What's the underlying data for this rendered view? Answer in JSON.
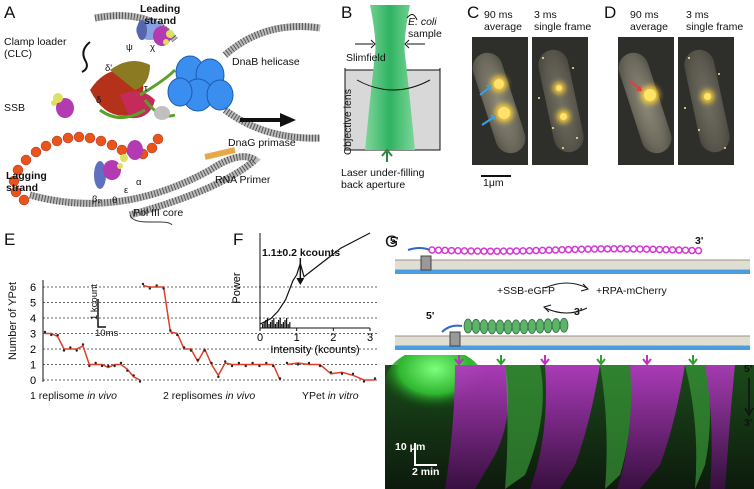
{
  "panels": {
    "a": {
      "label": "A",
      "leading_strand": "Leading\nstrand",
      "clamp_loader": "Clamp loader\n(CLC)",
      "dnab": "DnaB helicase",
      "ssb": "SSB",
      "dnag": "DnaG primase",
      "lagging_strand": "Lagging\nstrand",
      "rna_primer": "RNA Primer",
      "pol3": "Pol III core",
      "psi": "ψ",
      "chi": "χ",
      "delta_prime": "δ'",
      "delta": "δ",
      "tau": "τ",
      "alpha": "α",
      "epsilon": "ε",
      "theta": "θ",
      "beta2": "β₂"
    },
    "b": {
      "label": "B",
      "ecoli": "E. coli",
      "sample": "sample",
      "slimfield": "Slimfield",
      "objective": "Objective lens",
      "laser": "Laser under-filling\nback aperture"
    },
    "c": {
      "label": "C",
      "avg": "90 ms\naverage",
      "single": "3 ms\nsingle frame",
      "scale": "1μm"
    },
    "d": {
      "label": "D",
      "avg": "90 ms\naverage",
      "single": "3 ms\nsingle frame"
    },
    "e": {
      "label": "E",
      "ylabel": "Number of YPet",
      "scale_y": "1 kcount",
      "scale_x": "10ms",
      "group1": "1 replisome ",
      "group2": "2 replisomes ",
      "group3": "YPet ",
      "in_vivo": "in vivo",
      "in_vitro": "in vitro"
    },
    "f": {
      "label": "F",
      "annotation": "1.1±0.2 kcounts"
    },
    "g": {
      "label": "G",
      "five_prime": "5'",
      "three_prime": "3'",
      "ssb_egfp": "+SSB-eGFP",
      "rpa_mcherry": "+RPA-mCherry",
      "scale_y": "10 μm",
      "scale_x": "2 min"
    }
  },
  "chart_data": [
    {
      "type": "line",
      "panel": "E",
      "ylabel": "Number of YPet",
      "yticks": [
        0,
        1,
        2,
        3,
        4,
        5,
        6
      ],
      "ylim": [
        0,
        6.5
      ],
      "series": [
        {
          "group": "1 replisome in vivo",
          "values": [
            3,
            3,
            2.8,
            2,
            2,
            2,
            2.2,
            1,
            1,
            1,
            0.8,
            1,
            1,
            0.7,
            0.2,
            0
          ]
        },
        {
          "group": "2 replisomes in vivo",
          "values": [
            6.1,
            6,
            6,
            6,
            3.1,
            3,
            2,
            2,
            1.2,
            2,
            1,
            0.3,
            1.1,
            1,
            1,
            1,
            1,
            1,
            1,
            1,
            0
          ]
        },
        {
          "group": "YPet in vitro",
          "values": [
            1,
            1.1,
            1,
            1,
            0.4,
            0.5,
            0.3,
            0,
            0
          ]
        }
      ]
    },
    {
      "type": "line",
      "panel": "F",
      "xlabel": "Intensity (kcounts)",
      "ylabel": "Power",
      "xlim": [
        0,
        3
      ],
      "xticks": [
        0,
        1,
        2,
        3
      ],
      "x": [
        0,
        0.3,
        0.5,
        0.7,
        0.9,
        1.0,
        1.1,
        1.2,
        1.4,
        1.8,
        2.2,
        2.6,
        3.0
      ],
      "y": [
        0.04,
        0.1,
        0.18,
        0.3,
        0.5,
        0.56,
        0.68,
        0.54,
        0.6,
        0.72,
        0.84,
        0.92,
        1.0
      ]
    }
  ]
}
